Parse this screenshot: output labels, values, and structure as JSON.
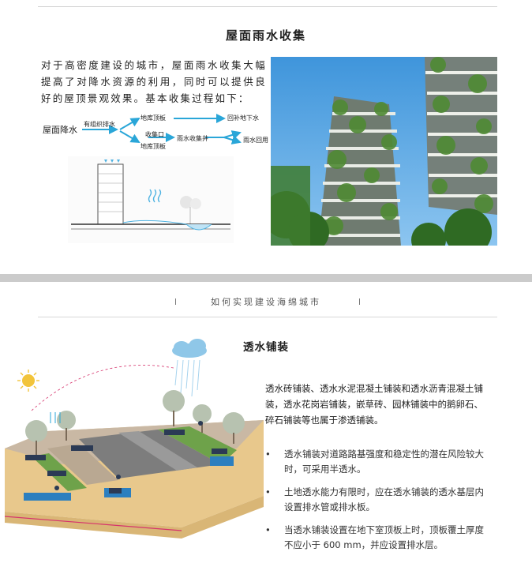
{
  "section1": {
    "title": "屋面雨水收集",
    "intro": "对于高密度建设的城市，屋面雨水收集大幅提高了对降水资源的利用，同时可以提供良好的屋顶景观效果。基本收集过程如下：",
    "flow": {
      "start": "屋面降水",
      "edge_label": "有组织排水",
      "node_a": "地库顶板",
      "node_b_top": "收集口",
      "node_b_bottom": "地库顶板",
      "node_c": "雨水收集井",
      "end1": "回补地下水",
      "end2": "雨水回用"
    }
  },
  "sub_nav": {
    "label": "如何实现建设海绵城市"
  },
  "section2": {
    "title": "透水铺装",
    "paragraph": "透水砖铺装、透水水泥混凝土铺装和透水沥青混凝土铺装，透水花岗岩铺装，嵌草砖、园林铺装中的鹅卵石、碎石铺装等也属于渗透铺装。",
    "bullets": [
      "透水铺装对道路路基强度和稳定性的潜在风险较大时，可采用半透水。",
      "土地透水能力有限时，应在透水铺装的透水基层内设置排水管或排水板。",
      "当透水铺装设置在地下室顶板上时，顶板覆土厚度不应小于 600 mm，并应设置排水层。"
    ],
    "bullet_glyph": "•"
  },
  "colors": {
    "arrow": "#2aa6d8",
    "band": "#cbcbcb",
    "sky": "#5aa9e6",
    "foliage": "#4f8a34"
  }
}
